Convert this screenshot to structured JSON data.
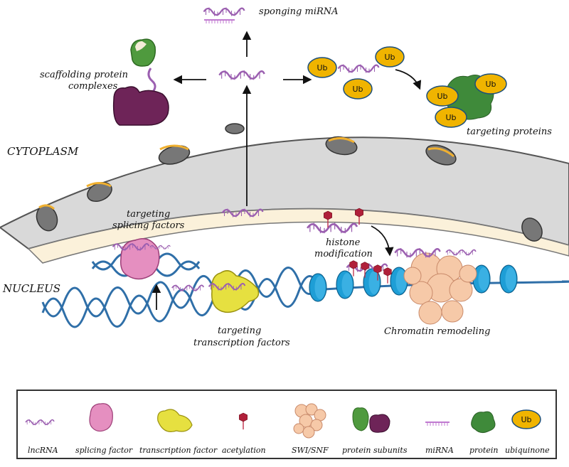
{
  "diagram": {
    "regions": {
      "cytoplasm": "CYTOPLASM",
      "nucleus": "NUCLEUS"
    },
    "labels": {
      "sponging": "sponging miRNA",
      "scaffolding_1": "scaffolding protein",
      "scaffolding_2": "complexes",
      "targeting_proteins": "targeting proteins",
      "splicing_1": "targeting",
      "splicing_2": "splicing factors",
      "histone_1": "histone",
      "histone_2": "modification",
      "transcription_1": "targeting",
      "transcription_2": "transcription factors",
      "chromatin": "Chromatin remodeling"
    },
    "ub_label": "Ub"
  },
  "legend": {
    "items": [
      {
        "icon": "lncrna-icon",
        "label": "lncRNA"
      },
      {
        "icon": "splicing-factor-icon",
        "label": "splicing factor"
      },
      {
        "icon": "transcription-factor-icon",
        "label": "transcription factor"
      },
      {
        "icon": "acetylation-icon",
        "label": "acetylation"
      },
      {
        "icon": "swi-snf-icon",
        "label": "SWI/SNF"
      },
      {
        "icon": "protein-subunits-icon",
        "label": "protein subunits"
      },
      {
        "icon": "mirna-icon",
        "label": "miRNA"
      },
      {
        "icon": "protein-icon",
        "label": "protein"
      },
      {
        "icon": "ubiquinone-icon",
        "label": "ubiquinone"
      }
    ]
  },
  "colors": {
    "lncrna": "#9b5fb0",
    "splicing_factor": "#e58fc0",
    "transcription_factor": "#e6e040",
    "acetylation": "#c0304a",
    "swi_snf": "#f6c9a8",
    "protein": "#3f8a3a",
    "ubiquinone": "#f0b400",
    "dna": "#2f6fa8",
    "nuclear_envelope": "#d9d9d9"
  }
}
